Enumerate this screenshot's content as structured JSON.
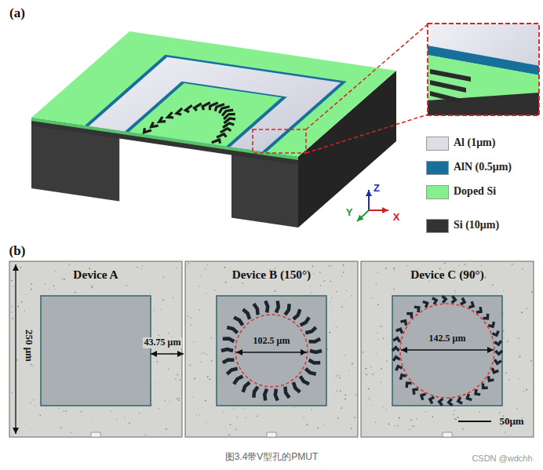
{
  "diagram": {
    "caption": "图3.4带V型孔的PMUT",
    "nodes": [
      {
        "text": [
          "Device A"
        ]
      },
      {
        "text": [
          "Device B (150°)"
        ]
      },
      {
        "text": [
          "Device C (90°)"
        ]
      }
    ],
    "labels": [
      "(a)",
      "Z",
      "Y",
      "X",
      "(b)",
      "250 μm",
      "43.75 μm",
      "102.5 μm",
      "142.5 μm",
      "50μm",
      "CSDN @wdchh"
    ],
    "legend": [
      {
        "text": "Al (1μm)",
        "color": "#dcdde6"
      },
      {
        "text": "AlN (0.5μm)",
        "color": "#17709a"
      },
      {
        "text": "Doped Si",
        "color": "#86f08f"
      },
      {
        "text": "Si (10μm)",
        "color": "#333333"
      }
    ]
  }
}
